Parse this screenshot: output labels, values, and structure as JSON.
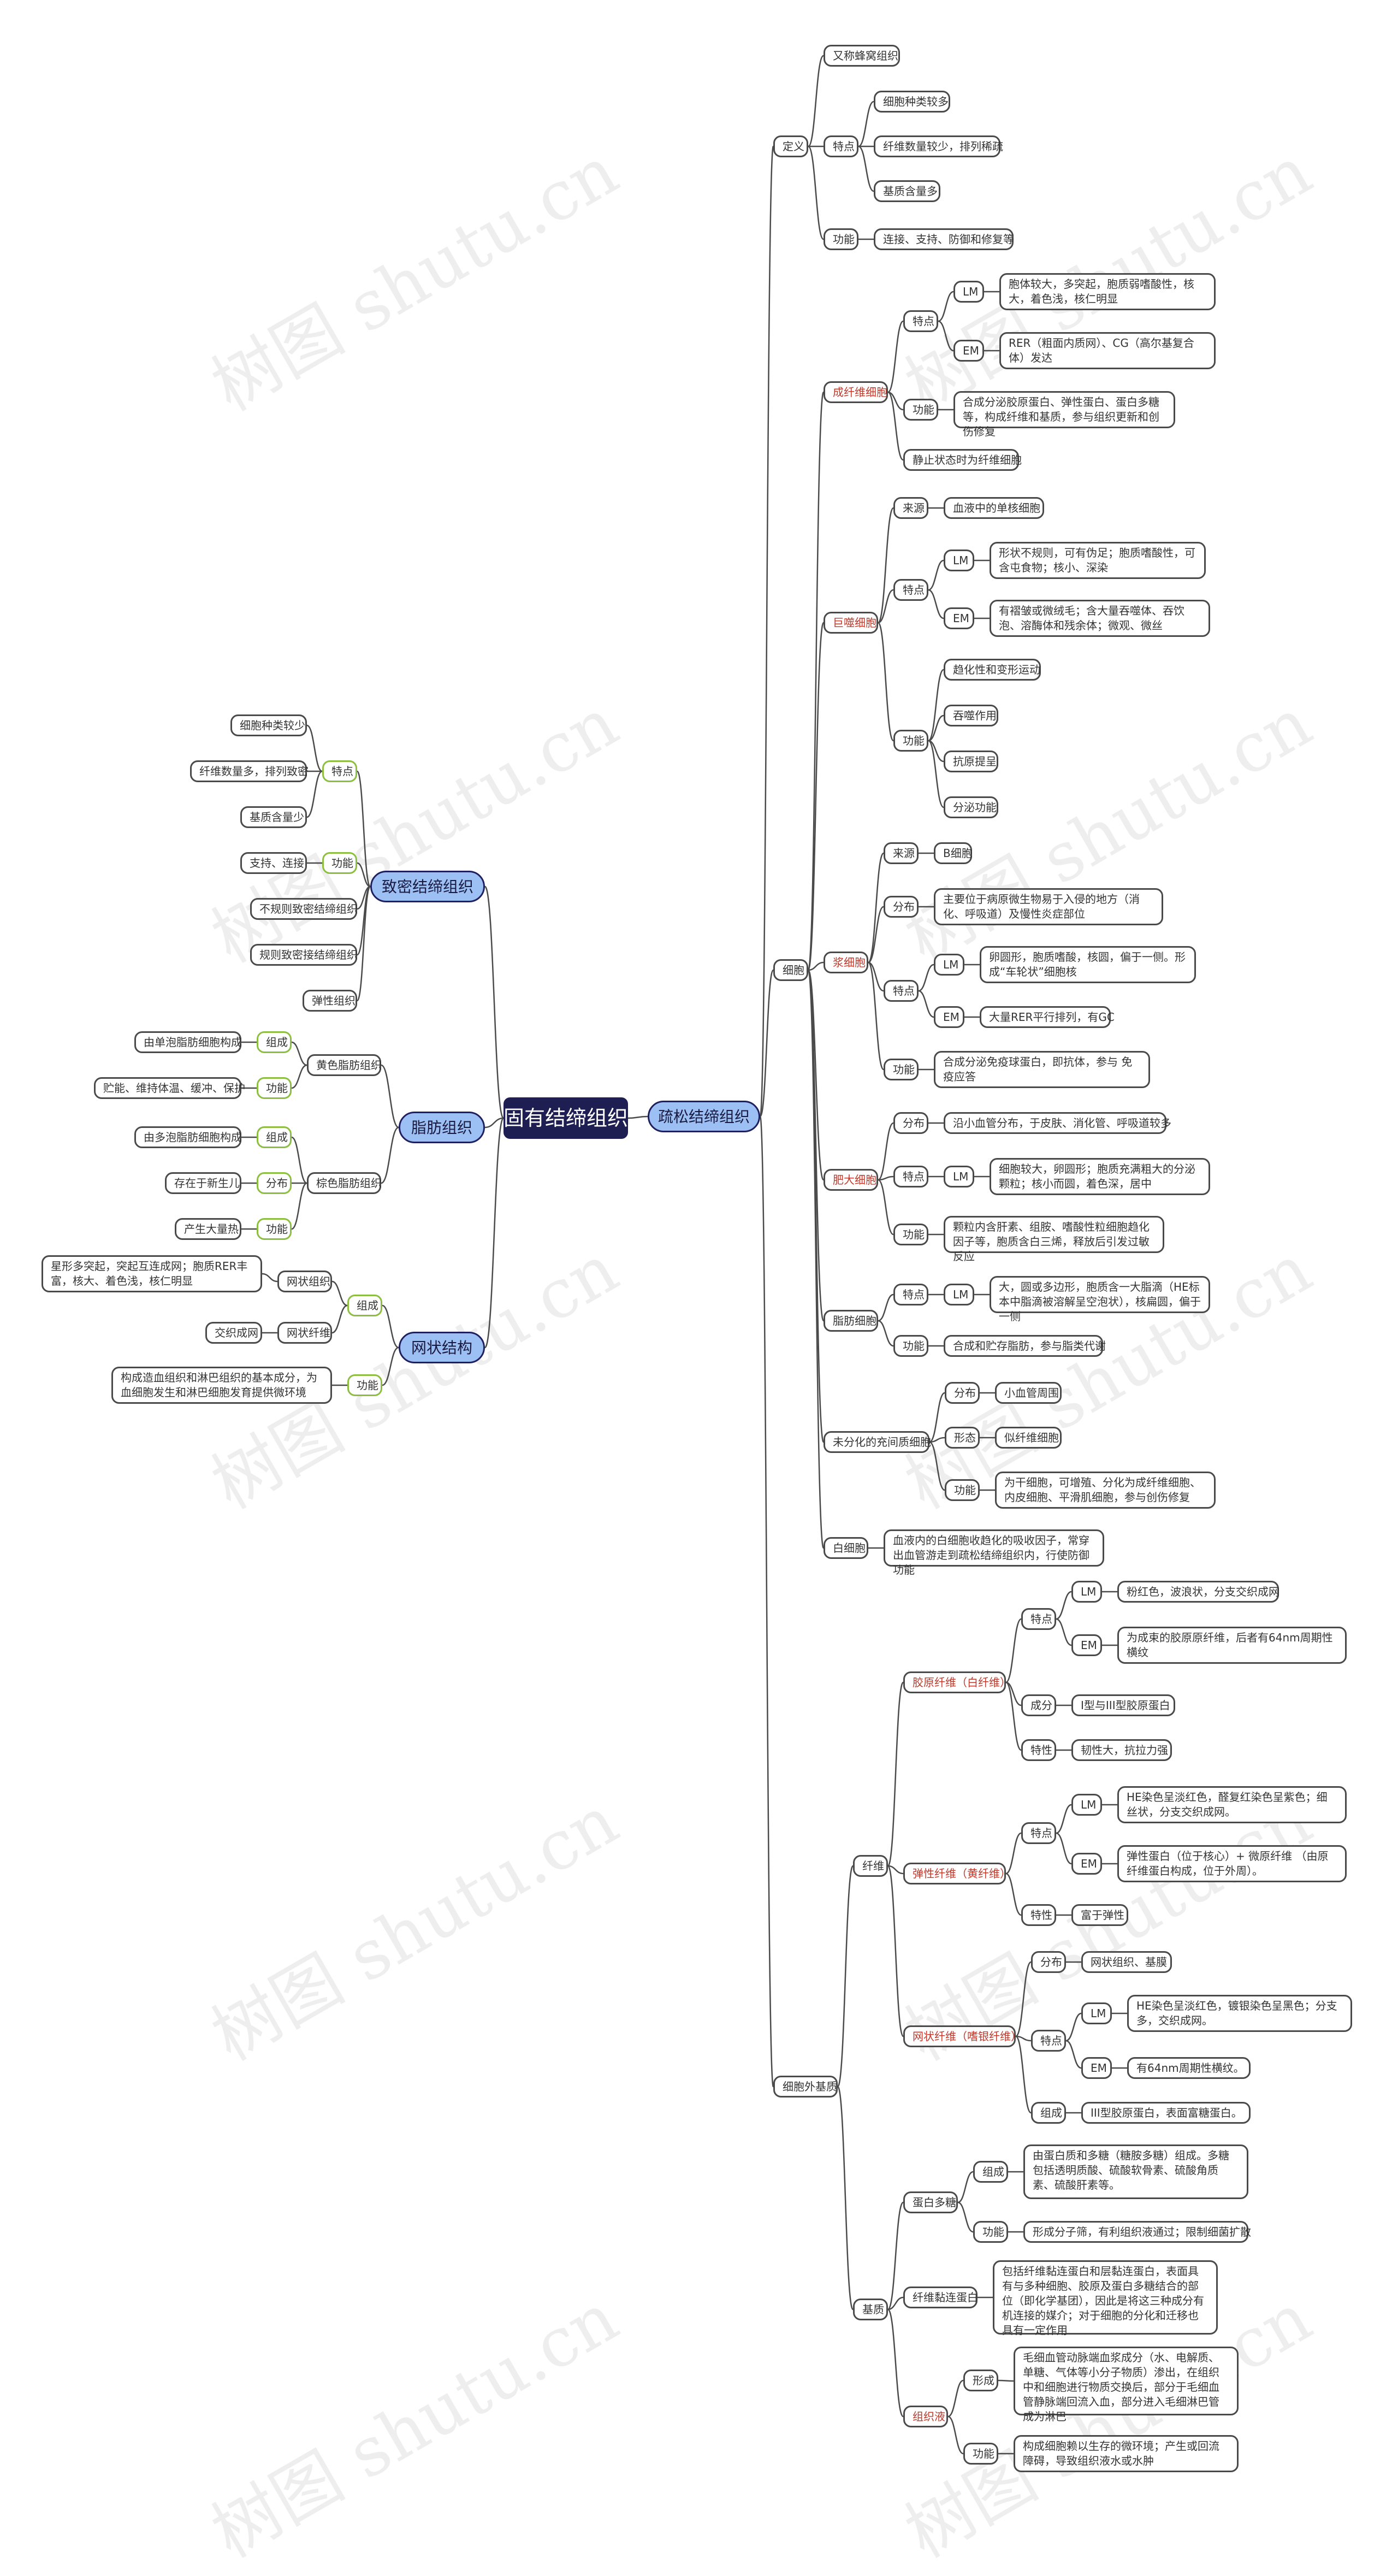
{
  "watermark": "树图 shutu.cn",
  "root": "固有结缔组织",
  "loose": {
    "title": "疏松结缔组织",
    "def": {
      "label": "定义",
      "alias": "又称蜂窝组织",
      "feat_label": "特点",
      "feats": [
        "细胞种类较多",
        "纤维数量较少，排列稀疏",
        "基质含量多"
      ],
      "func_label": "功能",
      "func": "连接、支持、防御和修复等"
    },
    "cells": {
      "label": "细胞",
      "fibroblast": {
        "label": "成纤维细胞",
        "feat_label": "特点",
        "lm_label": "LM",
        "lm": "胞体较大，多突起，胞质弱嗜酸性，核大，着色浅，核仁明显",
        "em_label": "EM",
        "em": "RER（粗面内质网）、CG（高尔基复合体）发达",
        "func_label": "功能",
        "func": "合成分泌胶原蛋白、弹性蛋白、蛋白多糖等，构成纤维和基质，参与组织更新和创伤修复",
        "rest": "静止状态时为纤维细胞"
      },
      "macrophage": {
        "label": "巨噬细胞",
        "src_label": "来源",
        "src": "血液中的单核细胞",
        "feat_label": "特点",
        "lm_label": "LM",
        "lm": "形状不规则，可有伪足；胞质嗜酸性，可含屯食物；核小、深染",
        "em_label": "EM",
        "em": "有褶皱或微绒毛；含大量吞噬体、吞饮泡、溶酶体和残余体；微观、微丝",
        "func_label": "功能",
        "funcs": [
          "趋化性和变形运动",
          "吞噬作用",
          "抗原提呈",
          "分泌功能"
        ]
      },
      "plasma": {
        "label": "浆细胞",
        "src_label": "来源",
        "src": "B细胞",
        "dist_label": "分布",
        "dist": "主要位于病原微生物易于入侵的地方（消化、呼吸道）及慢性炎症部位",
        "feat_label": "特点",
        "lm_label": "LM",
        "lm": "卵圆形，胞质嗜酸，核圆，偏于一侧。形成“车轮状”细胞核",
        "em_label": "EM",
        "em": "大量RER平行排列，有GC",
        "func_label": "功能",
        "func": "合成分泌免疫球蛋白，即抗体，参与 免疫应答"
      },
      "mast": {
        "label": "肥大细胞",
        "dist_label": "分布",
        "dist": "沿小血管分布，于皮肤、消化管、呼吸道较多",
        "feat_label": "特点",
        "lm_label": "LM",
        "lm": "细胞较大，卵圆形；胞质充满粗大的分泌颗粒；核小而圆，着色深，居中",
        "func_label": "功能",
        "func": "颗粒内含肝素、组胺、嗜酸性粒细胞趋化因子等，胞质含白三烯，释放后引发过敏反应"
      },
      "fat": {
        "label": "脂肪细胞",
        "feat_label": "特点",
        "lm_label": "LM",
        "lm": "大，圆或多边形，胞质含一大脂滴（HE标本中脂滴被溶解呈空泡状），核扁圆，偏于一侧",
        "func_label": "功能",
        "func": "合成和贮存脂肪，参与脂类代谢"
      },
      "undiff": {
        "label": "未分化的充间质细胞",
        "dist_label": "分布",
        "dist": "小血管周围",
        "form_label": "形态",
        "form": "似纤维细胞",
        "func_label": "功能",
        "func": "为干细胞，可增殖、分化为成纤维细胞、内皮细胞、平滑肌细胞，参与创伤修复"
      },
      "wbc": {
        "label": "白细胞",
        "text": "血液内的白细胞收趋化的吸收因子，常穿出血管游走到疏松结缔组织内，行使防御功能"
      }
    },
    "ecm": {
      "label": "细胞外基质",
      "fiber": {
        "label": "纤维",
        "collagen": {
          "label": "胶原纤维（白纤维）",
          "feat_label": "特点",
          "lm_label": "LM",
          "lm": "粉红色，波浪状，分支交织成网",
          "em_label": "EM",
          "em": "为成束的胶原原纤维，后者有64nm周期性横纹",
          "comp_label": "成分",
          "comp": "I型与III型胶原蛋白",
          "prop_label": "特性",
          "prop": "韧性大，抗拉力强"
        },
        "elastic": {
          "label": "弹性纤维（黄纤维）",
          "feat_label": "特点",
          "lm_label": "LM",
          "lm": "HE染色呈淡红色，醛复红染色呈紫色；细丝状，分支交织成网。",
          "em_label": "EM",
          "em": "弹性蛋白（位于核心）+ 微原纤维 （由原纤维蛋白构成，位于外周）。",
          "prop_label": "特性",
          "prop": "富于弹性"
        },
        "reticular": {
          "label": "网状纤维（嗜银纤维）",
          "dist_label": "分布",
          "dist": "网状组织、基膜",
          "feat_label": "特点",
          "lm_label": "LM",
          "lm": "HE染色呈淡红色，镀银染色呈黑色；分支多，交织成网。",
          "em_label": "EM",
          "em": "有64nm周期性横纹。",
          "comp_label": "组成",
          "comp": "III型胶原蛋白，表面富糖蛋白。"
        }
      },
      "matrix": {
        "label": "基质",
        "proteo": {
          "label": "蛋白多糖",
          "comp_label": "组成",
          "comp": "由蛋白质和多糖（糖胺多糖）组成。多糖包括透明质酸、硫酸软骨素、硫酸角质素、硫酸肝素等。",
          "func_label": "功能",
          "func": "形成分子筛，有利组织液通过；限制细菌扩散"
        },
        "fibronectin": {
          "label": "纤维黏连蛋白",
          "text": "包括纤维黏连蛋白和层黏连蛋白，表面具有与多种细胞、胶原及蛋白多糖结合的部位（即化学基团），因此是将这三种成分有机连接的媒介；对于细胞的分化和迁移也具有一定作用"
        },
        "tissue_fluid": {
          "label": "组织液",
          "form_label": "形成",
          "form": "毛细血管动脉端血浆成分（水、电解质、单糖、气体等小分子物质）渗出，在组织中和细胞进行物质交换后，部分于毛细血管静脉端回流入血，部分进入毛细淋巴管成为淋巴",
          "func_label": "功能",
          "func": "构成细胞赖以生存的微环境；产生或回流障碍，导致组织液水或水肿"
        }
      }
    }
  },
  "dense": {
    "title": "致密结缔组织",
    "feat_label": "特点",
    "feats": [
      "细胞种类较少",
      "纤维数量多，排列致密",
      "基质含量少"
    ],
    "func_label": "功能",
    "func": "支持、连接",
    "types": [
      "不规则致密结缔组织",
      "规则致密接结缔组织",
      "弹性组织"
    ]
  },
  "adipose": {
    "title": "脂肪组织",
    "yellow": {
      "label": "黄色脂肪组织",
      "comp_label": "组成",
      "comp": "由单泡脂肪细胞构成",
      "func_label": "功能",
      "func": "贮能、维持体温、缓冲、保护"
    },
    "brown": {
      "label": "棕色脂肪组织",
      "comp_label": "组成",
      "comp": "由多泡脂肪细胞构成",
      "dist_label": "分布",
      "dist": "存在于新生儿",
      "func_label": "功能",
      "func": "产生大量热"
    }
  },
  "reticular_tissue": {
    "title": "网状结构",
    "comp_label": "组成",
    "cell_label": "网状组织",
    "cell": "星形多突起，突起互连成网；胞质RER丰富，核大、着色浅，核仁明显",
    "fiber_label": "网状纤维",
    "fiber": "交织成网",
    "func_label": "功能",
    "func": "构成造血组织和淋巴组织的基本成分，为血细胞发生和淋巴细胞发育提供微环境"
  }
}
